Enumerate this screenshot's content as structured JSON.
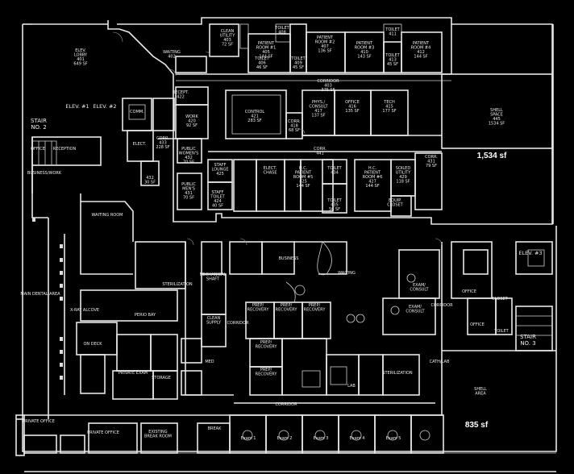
{
  "areas": {
    "shell_top_right": "1,534 sf",
    "shell_bottom_right": "835 sf"
  },
  "stairs": {
    "stair2": [
      "STAIR",
      "NO. 2"
    ],
    "stair3": [
      "STAIR",
      "NO. 3"
    ]
  },
  "elevators": {
    "elev1": "ELEV. #1",
    "elev2": "ELEV. #2",
    "elev3": "ELEV. #3"
  },
  "rooms": {
    "elev_lobby": [
      "ELEV.",
      "LOBBY",
      "401",
      "649 SF"
    ],
    "waiting_top": [
      "WAITING",
      "402"
    ],
    "clean_utility": [
      "CLEAN",
      "UTILITY",
      "403",
      "72 SF"
    ],
    "patient_room_1": [
      "PATIENT",
      "ROOM #1",
      "405",
      "144 SF"
    ],
    "toilet_406": [
      "TOILET",
      "406",
      "46 SF"
    ],
    "patient_room_2": [
      "PATIENT",
      "ROOM #2",
      "407",
      "136 SF"
    ],
    "toilet_408": [
      "TOILET",
      "408"
    ],
    "toilet_409": [
      "TOILET",
      "409",
      "45 SF"
    ],
    "patient_room_3": [
      "PATIENT",
      "ROOM #3",
      "410",
      "143 SF"
    ],
    "toilet_411": [
      "TOILET",
      "411"
    ],
    "toilet_413": [
      "TOILET",
      "413",
      "45 SF"
    ],
    "patient_room_4": [
      "PATIENT",
      "ROOM #4",
      "412",
      "144 SF"
    ],
    "corridor_403": [
      "CORRIDOR",
      "403",
      "375 SF"
    ],
    "reception_422": [
      "RECEPT.",
      "422"
    ],
    "work_420": [
      "WORK",
      "420",
      "92 SF"
    ],
    "control_421": [
      "CONTROL",
      "421",
      "283 SF"
    ],
    "corr_418": [
      "CORR.",
      "418",
      "68 SF"
    ],
    "phys_consult_417": [
      "PHYS./",
      "CONSULT",
      "417",
      "137 SF"
    ],
    "office_416": [
      "OFFICE",
      "416",
      "135 SF"
    ],
    "tech_415": [
      "TECH",
      "415",
      "177 SF"
    ],
    "shell_space": [
      "SHELL",
      "SPACE",
      "445",
      "1534 SF"
    ],
    "comm": [
      "COMM."
    ],
    "corr_433": [
      "CORR.",
      "433",
      "228 SF"
    ],
    "elect": [
      "ELECT."
    ],
    "public_womens": [
      "PUBLIC",
      "WOMEN'S",
      "432",
      "70 SF"
    ],
    "room_432": [
      "432",
      "30 SF"
    ],
    "public_mens": [
      "PUBLIC",
      "MEN'S",
      "431",
      "70 SF"
    ],
    "staff_lounge": [
      "STAFF",
      "LOUNGE",
      "425"
    ],
    "staff_toilet": [
      "STAFF",
      "TOILET",
      "424",
      "40 SF"
    ],
    "elect_chase": [
      "ELECT.",
      "CHASE"
    ],
    "corr_441": [
      "CORR.",
      "441"
    ],
    "hc_patient_room": [
      "H.C.",
      "PATIENT",
      "ROOM #5",
      "425",
      "144 SF"
    ],
    "toilet_434": [
      "TOILET",
      "434"
    ],
    "toilet_435": [
      "TOILET",
      "435",
      "56 SF"
    ],
    "hc_patient_room_6": [
      "H.C.",
      "PATIENT",
      "ROOM #6",
      "427",
      "144 SF"
    ],
    "soiled_utility": [
      "SOILED",
      "UTILITY",
      "429",
      "118 SF"
    ],
    "equip_closet": [
      "EQUIP.",
      "CLOSET"
    ],
    "corr_431": [
      "CORR.",
      "431",
      "79 SF"
    ],
    "office_left": [
      "OFFICE"
    ],
    "reception_left": [
      "RECEPTION"
    ],
    "business_work": [
      "BUSINESS/WORK"
    ],
    "waiting_room": [
      "WAITING ROOM"
    ],
    "main_dental_area": [
      "MAIN DENTAL AREA"
    ],
    "xray_alcove": [
      "X-RAY ALCOVE"
    ],
    "perio_bay": [
      "PERIO BAY"
    ],
    "on_deck": [
      "ON DECK"
    ],
    "sterilization": [
      "STERILIZATION"
    ],
    "mechanical_shaft": [
      "MECHANICAL",
      "SHAFT"
    ],
    "private_exam": [
      "PRIVATE EXAM"
    ],
    "storage": [
      "STORAGE"
    ],
    "private_office_bl": [
      "PRIVATE OFFICE"
    ],
    "private_office_2": [
      "PRIVATE OFFICE"
    ],
    "existing_break_room": [
      "EXISTING",
      "BREAK ROOM"
    ],
    "break": [
      "BREAK"
    ],
    "corridor_mid": [
      "CORRIDOR"
    ],
    "prep_recovery_1": [
      "PREP/",
      "RECOVERY"
    ],
    "prep_recovery_2": [
      "PREP/",
      "RECOVERY"
    ],
    "prep_recovery_3": [
      "PREP/",
      "RECOVERY"
    ],
    "prep_recovery_4": [
      "PREP/",
      "RECOVERY"
    ],
    "prep_recovery_5": [
      "PREP/",
      "RECOVERY"
    ],
    "business": [
      "BUSINESS"
    ],
    "waiting_mid": [
      "WAITING"
    ],
    "exam_consult_1": [
      "EXAM/",
      "CONSULT"
    ],
    "exam_consult_2": [
      "EXAM/",
      "CONSULT"
    ],
    "office_r1": [
      "OFFICE"
    ],
    "office_r2": [
      "OFFICE"
    ],
    "closet": [
      "CLOSET"
    ],
    "toilet_r": [
      "TOILET"
    ],
    "corridor_r": [
      "CORRIDOR"
    ],
    "shell_area": [
      "SHELL",
      "AREA"
    ],
    "sterilization_mid": [
      "STERILIZATION"
    ],
    "lab": [
      "LAB"
    ],
    "clean_supply": [
      "CLEAN",
      "SUPPLY"
    ],
    "med": [
      "MED"
    ],
    "corridor_bottom": [
      "CORRIDOR"
    ],
    "cath_lab": [
      "CATH/LAB"
    ],
    "exam_1": [
      "Exam 1"
    ],
    "exam_2": [
      "Exam 2"
    ],
    "exam_3": [
      "Exam 3"
    ],
    "exam_4": [
      "Exam 4"
    ],
    "exam_5": [
      "Exam 5"
    ]
  }
}
